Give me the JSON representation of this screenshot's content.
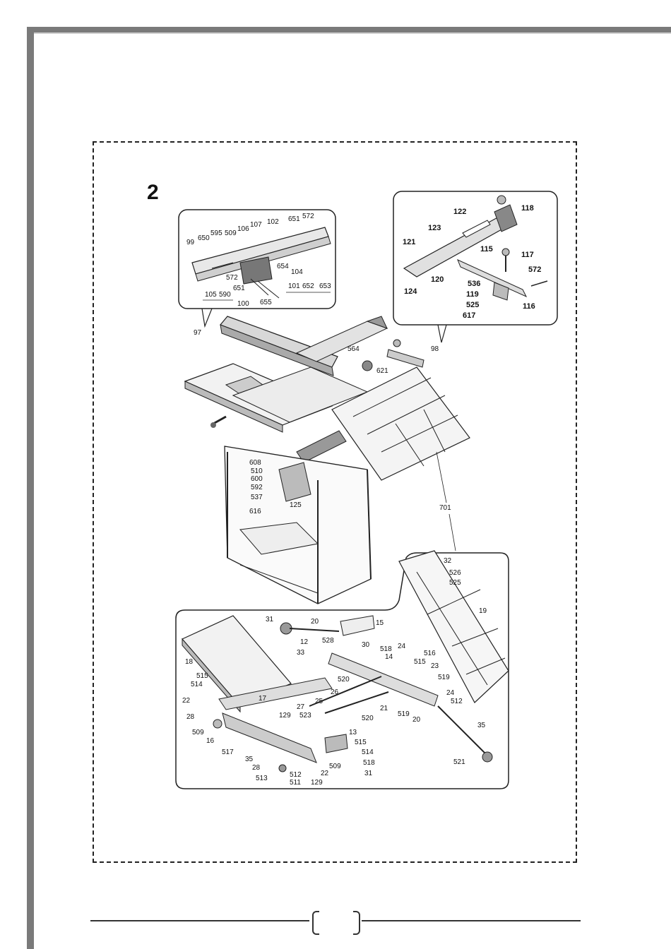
{
  "figure": {
    "number": "2",
    "callouts": {
      "fence_detail": [
        "99",
        "650",
        "595",
        "509",
        "106",
        "107",
        "102",
        "651",
        "572",
        "572",
        "654",
        "104",
        "651",
        "101",
        "652",
        "653",
        "105",
        "590",
        "100",
        "655"
      ],
      "guard_detail": [
        "118",
        "122",
        "123",
        "121",
        "115",
        "117",
        "572",
        "120",
        "536",
        "119",
        "525",
        "116",
        "617",
        "124"
      ],
      "main_assembly": [
        "97",
        "98",
        "564",
        "621",
        "608",
        "510",
        "600",
        "592",
        "537",
        "125",
        "616",
        "701"
      ],
      "table_detail": [
        "32",
        "526",
        "525",
        "19",
        "31",
        "20",
        "15",
        "528",
        "30",
        "518",
        "12",
        "33",
        "24",
        "14",
        "515",
        "516",
        "23",
        "519",
        "24",
        "512",
        "18",
        "515",
        "514",
        "520",
        "22",
        "17",
        "26",
        "25",
        "27",
        "520",
        "21",
        "519",
        "20",
        "35",
        "28",
        "509",
        "129",
        "523",
        "13",
        "16",
        "515",
        "514",
        "518",
        "517",
        "35",
        "28",
        "513",
        "512",
        "511",
        "129",
        "509",
        "22",
        "31",
        "521"
      ]
    }
  },
  "footer": {
    "page_number": ""
  }
}
